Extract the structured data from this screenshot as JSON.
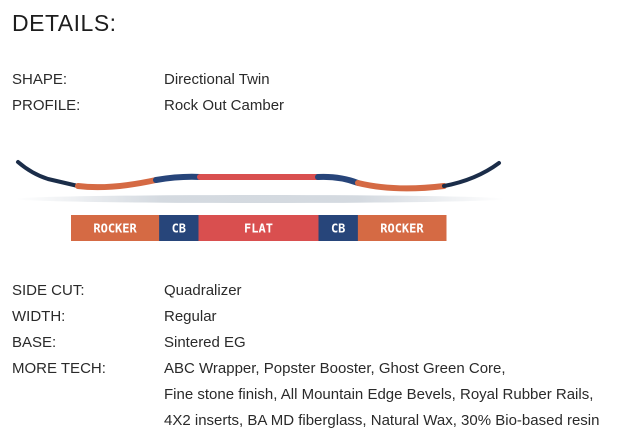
{
  "title": "DETAILS:",
  "specs_top": [
    {
      "label": "SHAPE:",
      "value": "Directional Twin"
    },
    {
      "label": "PROFILE:",
      "value": "Rock Out Camber"
    }
  ],
  "profile_diagram": {
    "segments": [
      {
        "label": "ROCKER",
        "type": "rocker",
        "fraction": 0.235
      },
      {
        "label": "CB",
        "type": "camber",
        "fraction": 0.105
      },
      {
        "label": "FLAT",
        "type": "flat",
        "fraction": 0.32
      },
      {
        "label": "CB",
        "type": "camber",
        "fraction": 0.105
      },
      {
        "label": "ROCKER",
        "type": "rocker",
        "fraction": 0.235
      }
    ],
    "colors": {
      "rocker": "#d56a44",
      "camber": "#27457a",
      "flat": "#d94f4f",
      "tip": "#1b2d49"
    }
  },
  "specs_bottom": [
    {
      "label": "SIDE CUT:",
      "value": "Quadralizer"
    },
    {
      "label": "WIDTH:",
      "value": "Regular"
    },
    {
      "label": "BASE:",
      "value": "Sintered EG"
    }
  ],
  "more_tech": {
    "label": "MORE TECH:",
    "lines": [
      "ABC Wrapper, Popster Booster, Ghost Green Core,",
      "Fine stone finish, All Mountain Edge Bevels, Royal Rubber Rails,",
      "4X2 inserts, BA MD fiberglass, Natural Wax, 30% Bio-based resin"
    ]
  }
}
